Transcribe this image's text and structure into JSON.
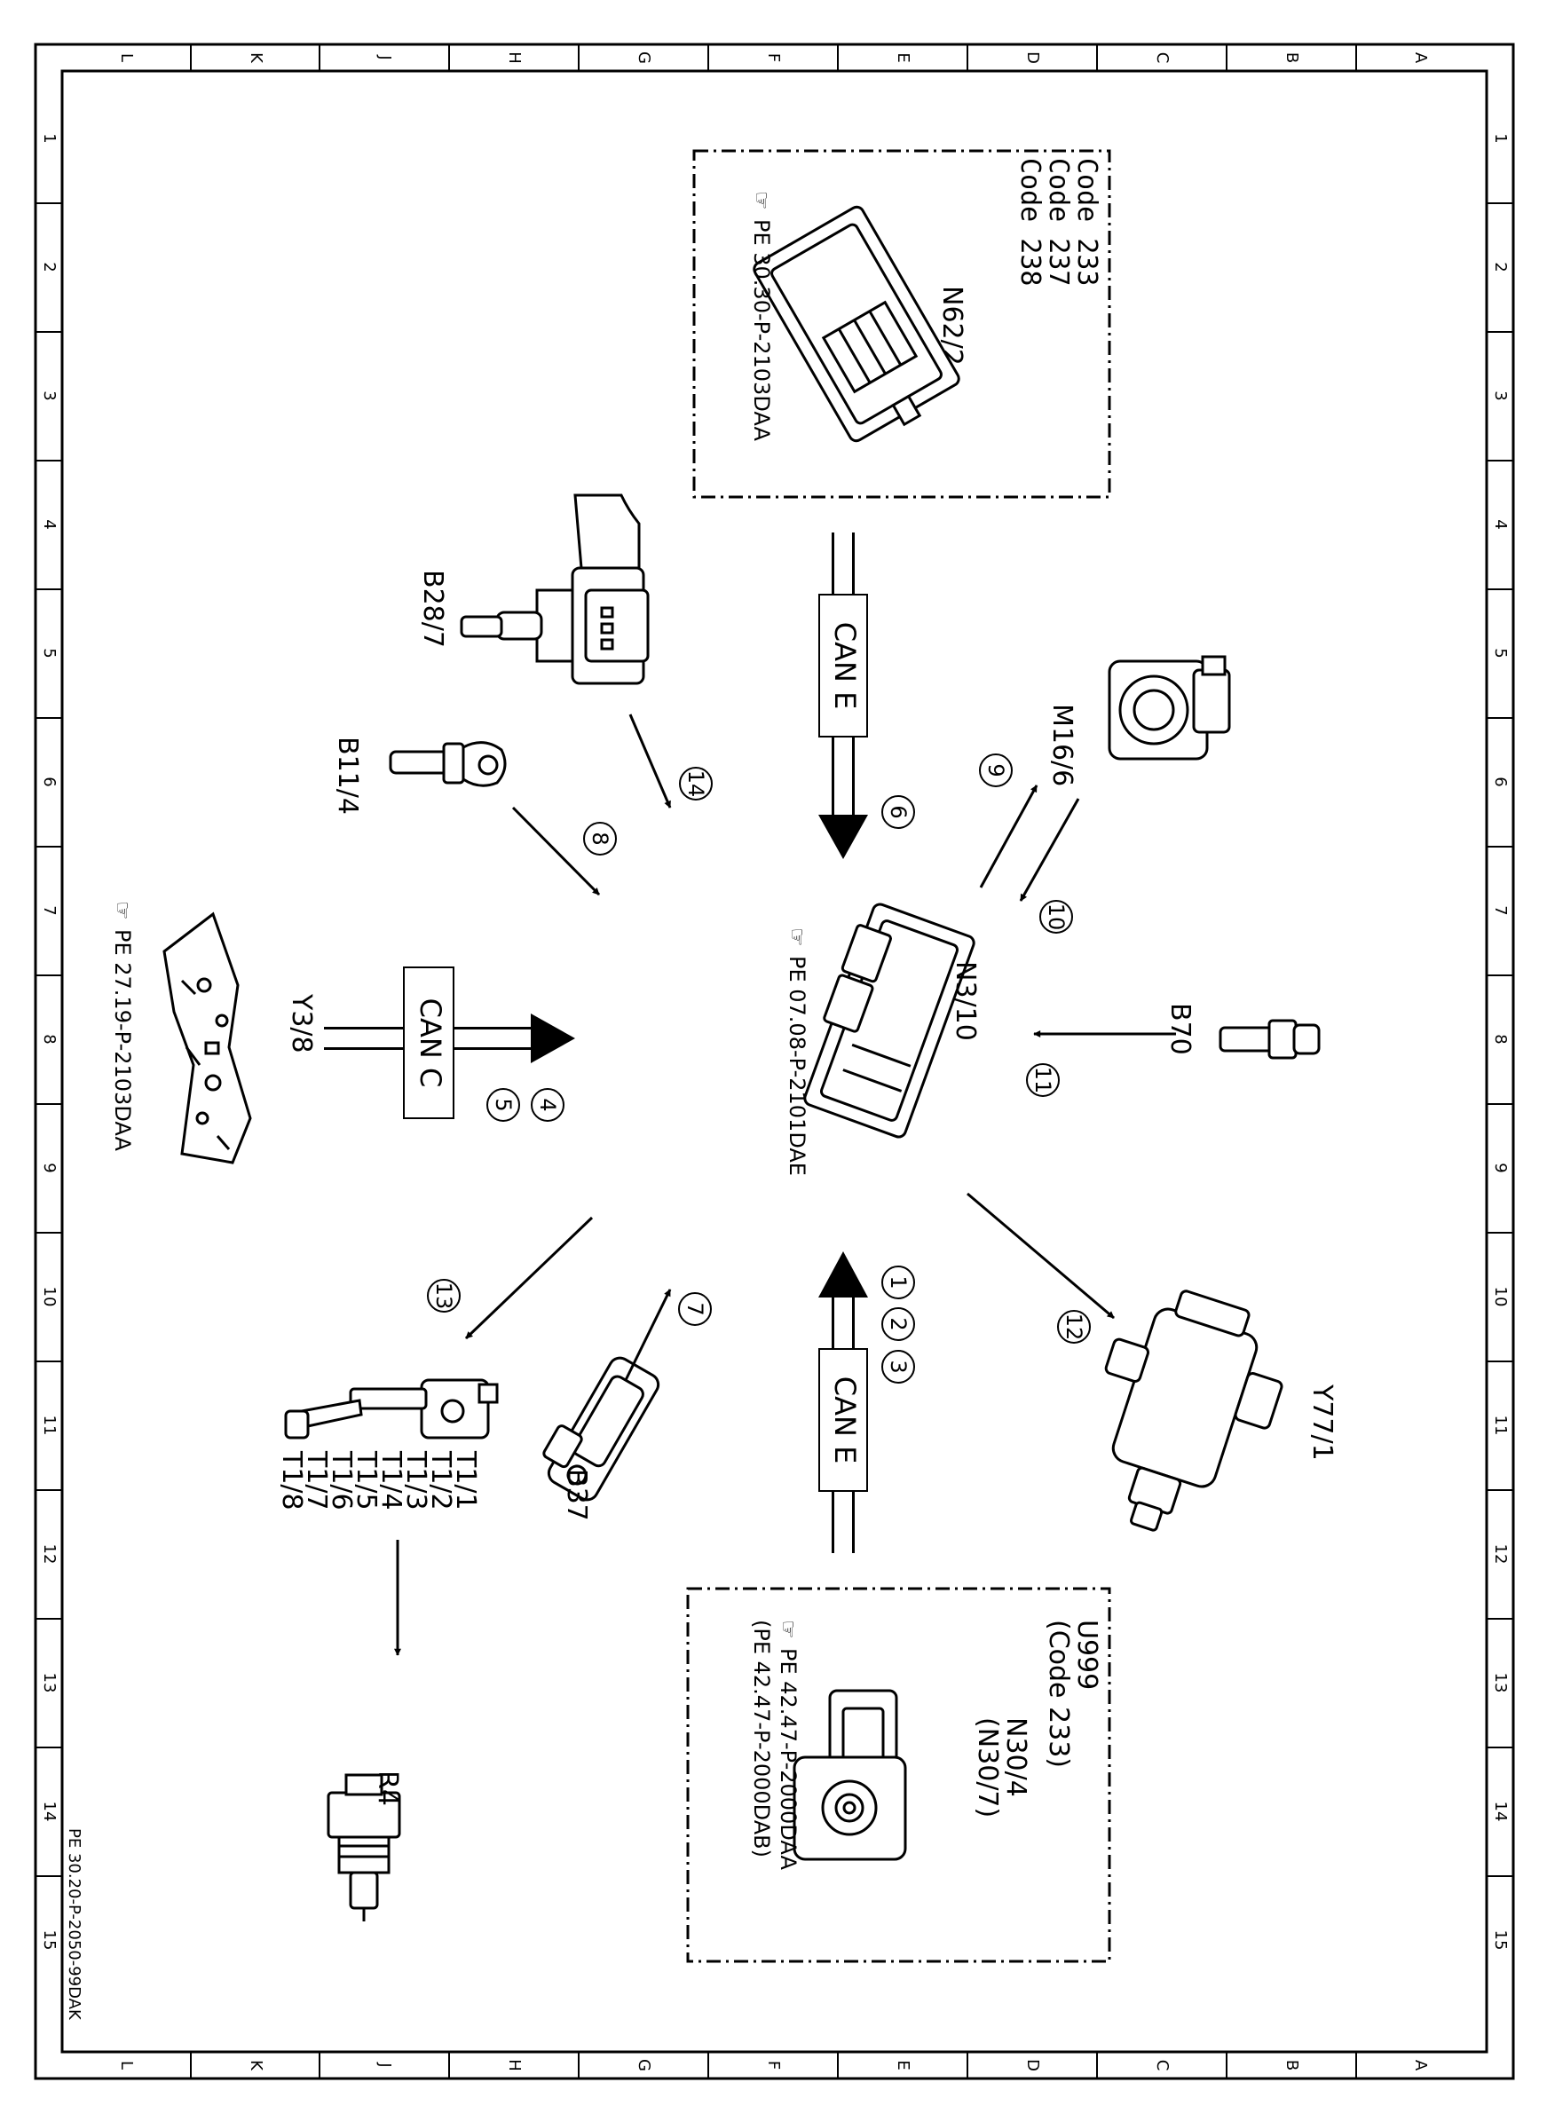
{
  "frame": {
    "letters": [
      "L",
      "K",
      "J",
      "H",
      "G",
      "F",
      "E",
      "D",
      "C",
      "B",
      "A"
    ],
    "numbers": [
      "1",
      "2",
      "3",
      "4",
      "5",
      "6",
      "7",
      "8",
      "9",
      "10",
      "11",
      "12",
      "13",
      "14",
      "15"
    ],
    "doc_id": "PE 30.20-P-2050-99DAK"
  },
  "boxes": {
    "n62": {
      "codes": [
        "Code 233",
        "Code 237",
        "Code 238"
      ],
      "label": "N62/2",
      "ref": "PE 30.30-P-2103DAA"
    },
    "n30": {
      "codes": [
        "U999",
        "(Code 233)"
      ],
      "labels": [
        "N30/4",
        "(N30/7)"
      ],
      "refs": [
        "PE 42.47-P-2000DAA",
        "(PE 42.47-P-2000DAB)"
      ]
    }
  },
  "components": {
    "n3": {
      "label": "N3/10",
      "ref": "PE 07.08-P-2101DAE"
    },
    "y3": {
      "label": "Y3/8",
      "ref": "PE 27.19-P-2103DAA"
    },
    "b28": "B28/7",
    "b11": "B11/4",
    "m16": "M16/6",
    "b70": "B70",
    "y77": "Y77/1",
    "b37": "B37",
    "r4": "R4",
    "t1": [
      "T1/1",
      "T1/2",
      "T1/3",
      "T1/4",
      "T1/5",
      "T1/6",
      "T1/7",
      "T1/8"
    ]
  },
  "buses": {
    "top": "CAN E",
    "bottom": "CAN E",
    "left": "CAN C"
  },
  "signals": [
    "1",
    "2",
    "3",
    "4",
    "5",
    "6",
    "7",
    "8",
    "9",
    "10",
    "11",
    "12",
    "13",
    "14"
  ]
}
